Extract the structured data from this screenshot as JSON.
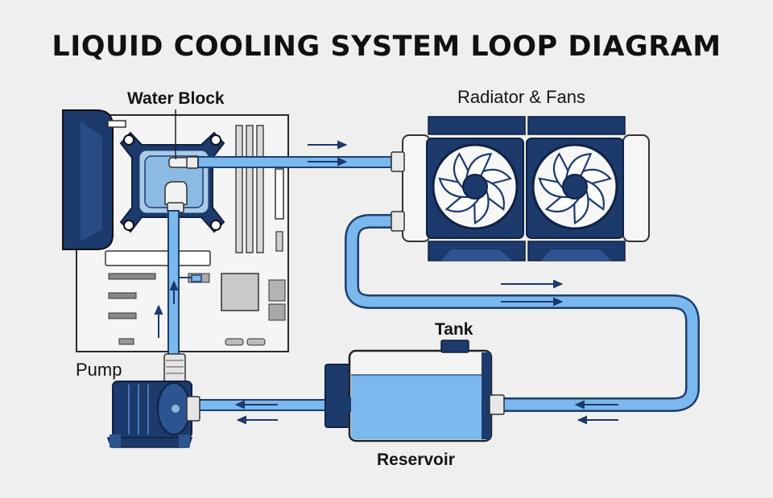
{
  "title": "LIQUID COOLING SYSTEM LOOP DIAGRAM",
  "labels": {
    "water_block": "Water Block",
    "radiator": "Radiator & Fans",
    "tank": "Tank",
    "pump": "Pump",
    "reservoir": "Reservoir"
  },
  "colors": {
    "navy": "#1c3a6b",
    "coolant": "#7bb8ee",
    "board": "#f3f3f3",
    "background": "#efefef"
  }
}
